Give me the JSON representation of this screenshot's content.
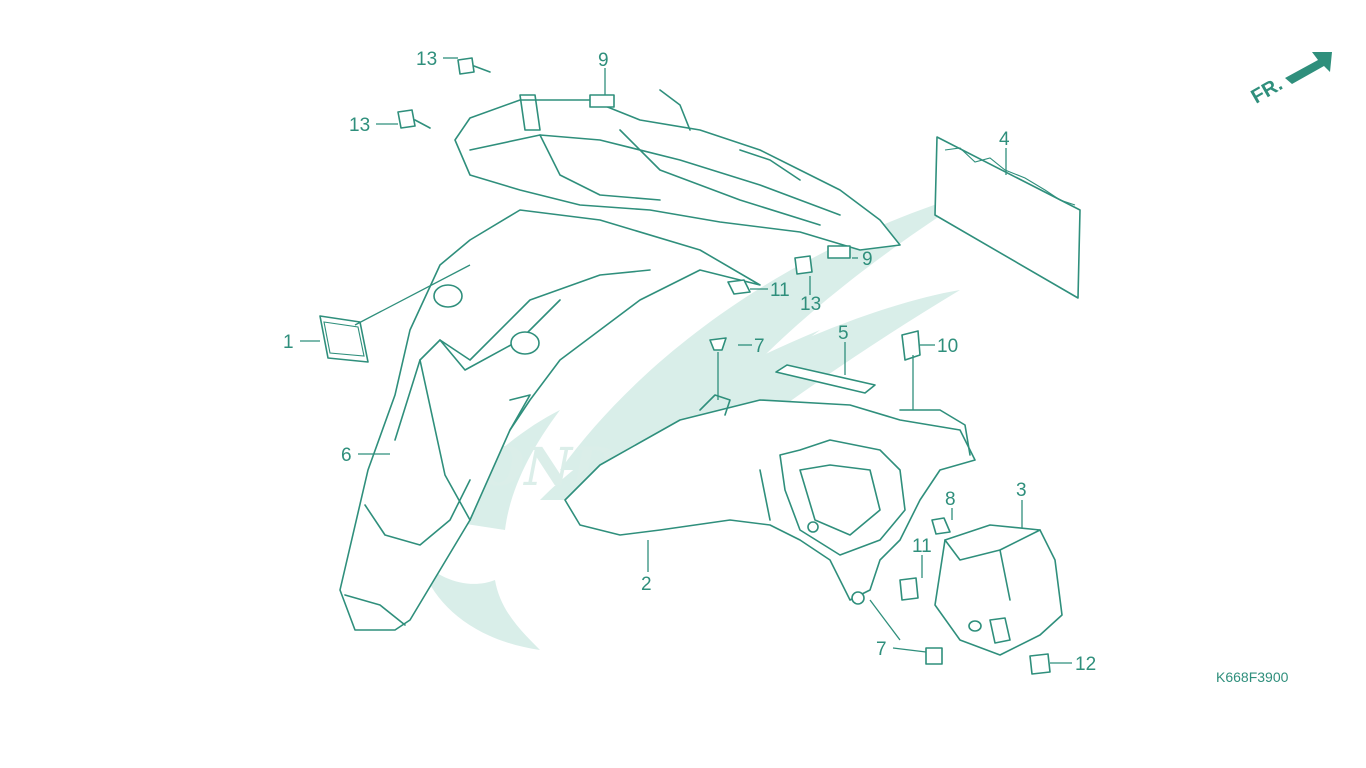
{
  "diagram": {
    "callouts": [
      {
        "id": "c1",
        "number": "1"
      },
      {
        "id": "c2",
        "number": "2"
      },
      {
        "id": "c3",
        "number": "3"
      },
      {
        "id": "c4",
        "number": "4"
      },
      {
        "id": "c5",
        "number": "5"
      },
      {
        "id": "c6",
        "number": "6"
      },
      {
        "id": "c7a",
        "number": "7"
      },
      {
        "id": "c7b",
        "number": "7"
      },
      {
        "id": "c8",
        "number": "8"
      },
      {
        "id": "c9a",
        "number": "9"
      },
      {
        "id": "c9b",
        "number": "9"
      },
      {
        "id": "c10",
        "number": "10"
      },
      {
        "id": "c11a",
        "number": "11"
      },
      {
        "id": "c11b",
        "number": "11"
      },
      {
        "id": "c12",
        "number": "12"
      },
      {
        "id": "c13a",
        "number": "13"
      },
      {
        "id": "c13b",
        "number": "13"
      },
      {
        "id": "c13c",
        "number": "13"
      }
    ],
    "direction_marker": "FR.",
    "diagram_code": "K668F3900",
    "watermark_text": "HONDA",
    "colors": {
      "line": "#2f8f7c",
      "watermark": "#d9eee9",
      "background": "#ffffff"
    }
  }
}
